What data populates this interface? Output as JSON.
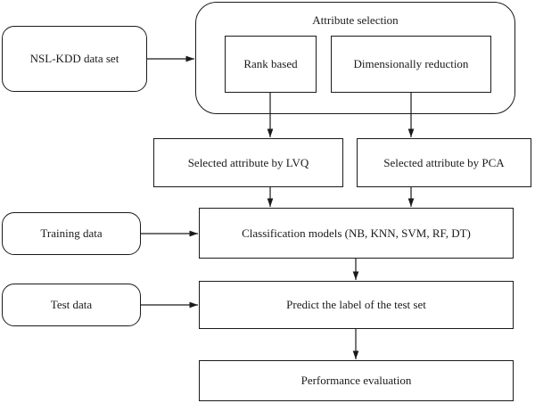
{
  "diagram": {
    "nodes": {
      "nsl_kdd": "NSL-KDD data set",
      "attribute_selection": "Attribute selection",
      "rank_based": "Rank based",
      "dim_reduction": "Dimensionally reduction",
      "lvq": "Selected attribute by LVQ",
      "pca": "Selected attribute by PCA",
      "training": "Training data",
      "classification": "Classification models (NB, KNN, SVM, RF, DT)",
      "test": "Test data",
      "predict": "Predict the label of the test set",
      "performance": "Performance evaluation"
    },
    "edges": [
      {
        "from": "nsl_kdd",
        "to": "attribute_selection"
      },
      {
        "from": "rank_based",
        "to": "lvq"
      },
      {
        "from": "dim_reduction",
        "to": "pca"
      },
      {
        "from": "lvq",
        "to": "classification"
      },
      {
        "from": "pca",
        "to": "classification"
      },
      {
        "from": "training",
        "to": "classification"
      },
      {
        "from": "classification",
        "to": "predict"
      },
      {
        "from": "test",
        "to": "predict"
      },
      {
        "from": "predict",
        "to": "performance"
      }
    ]
  }
}
